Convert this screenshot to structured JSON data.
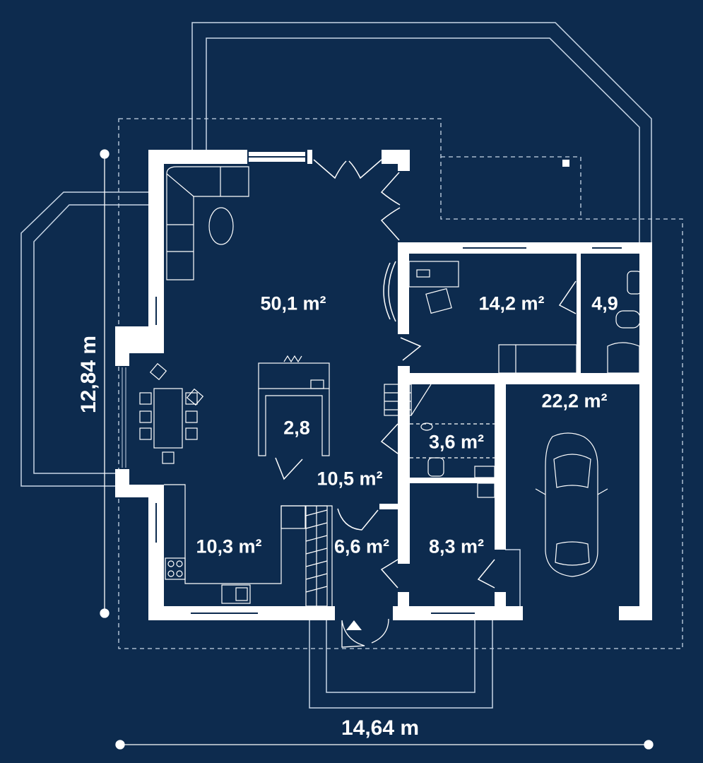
{
  "plan": {
    "rooms": {
      "living": "50,1 m²",
      "office": "14,2 m²",
      "bath": "4,9",
      "storage": "2,8",
      "garage": "22,2 m²",
      "wc": "3,6 m²",
      "hall": "10,5 m²",
      "kitchen": "10,3 m²",
      "entry": "6,6 m²",
      "utility": "8,3 m²"
    },
    "dimensions": {
      "width": "14,64 m",
      "depth": "12,84 m"
    }
  },
  "colors": {
    "background": "#0d2b4e",
    "walls": "#ffffff",
    "lines": "#c8d6e6"
  }
}
